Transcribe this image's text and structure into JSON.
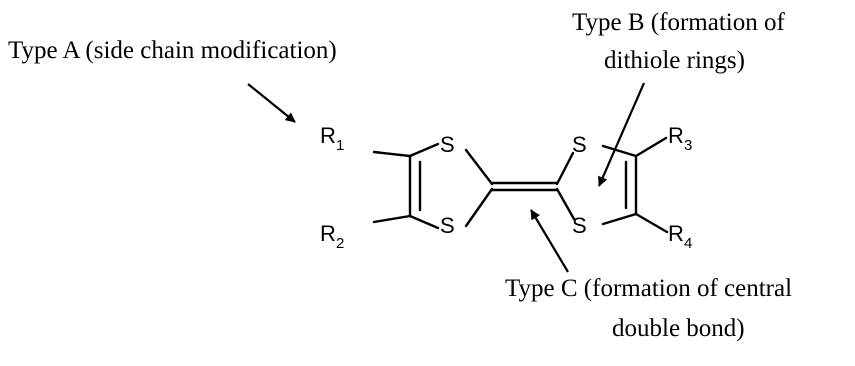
{
  "annotations": {
    "type_a": "Type A (side chain modification)",
    "type_b_line1": "Type B (formation of",
    "type_b_line2": "dithiole rings)",
    "type_c_line1": "Type C (formation of central",
    "type_c_line2": "double bond)"
  },
  "molecule": {
    "sulfur": "S",
    "r1": {
      "letter": "R",
      "sub": "1"
    },
    "r2": {
      "letter": "R",
      "sub": "2"
    },
    "r3": {
      "letter": "R",
      "sub": "3"
    },
    "r4": {
      "letter": "R",
      "sub": "4"
    }
  }
}
